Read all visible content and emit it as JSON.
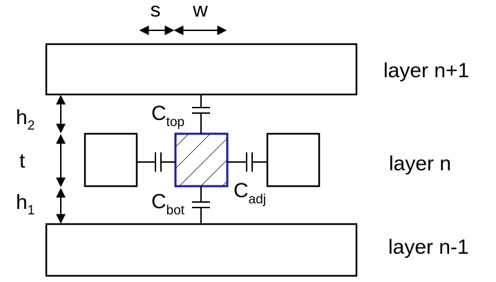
{
  "dimensions": {
    "spacing": "s",
    "width": "w",
    "thickness": "t",
    "height_above": {
      "base": "h",
      "sub": "2"
    },
    "height_below": {
      "base": "h",
      "sub": "1"
    }
  },
  "layers": {
    "upper": "layer n+1",
    "middle": "layer n",
    "lower": "layer n-1"
  },
  "capacitances": {
    "top": {
      "base": "C",
      "sub": "top"
    },
    "bottom": {
      "base": "C",
      "sub": "bot"
    },
    "adjacent": {
      "base": "C",
      "sub": "adj"
    }
  },
  "colors": {
    "line": "#000000",
    "center_wire": "#1a1aa6",
    "background": "#ffffff"
  }
}
